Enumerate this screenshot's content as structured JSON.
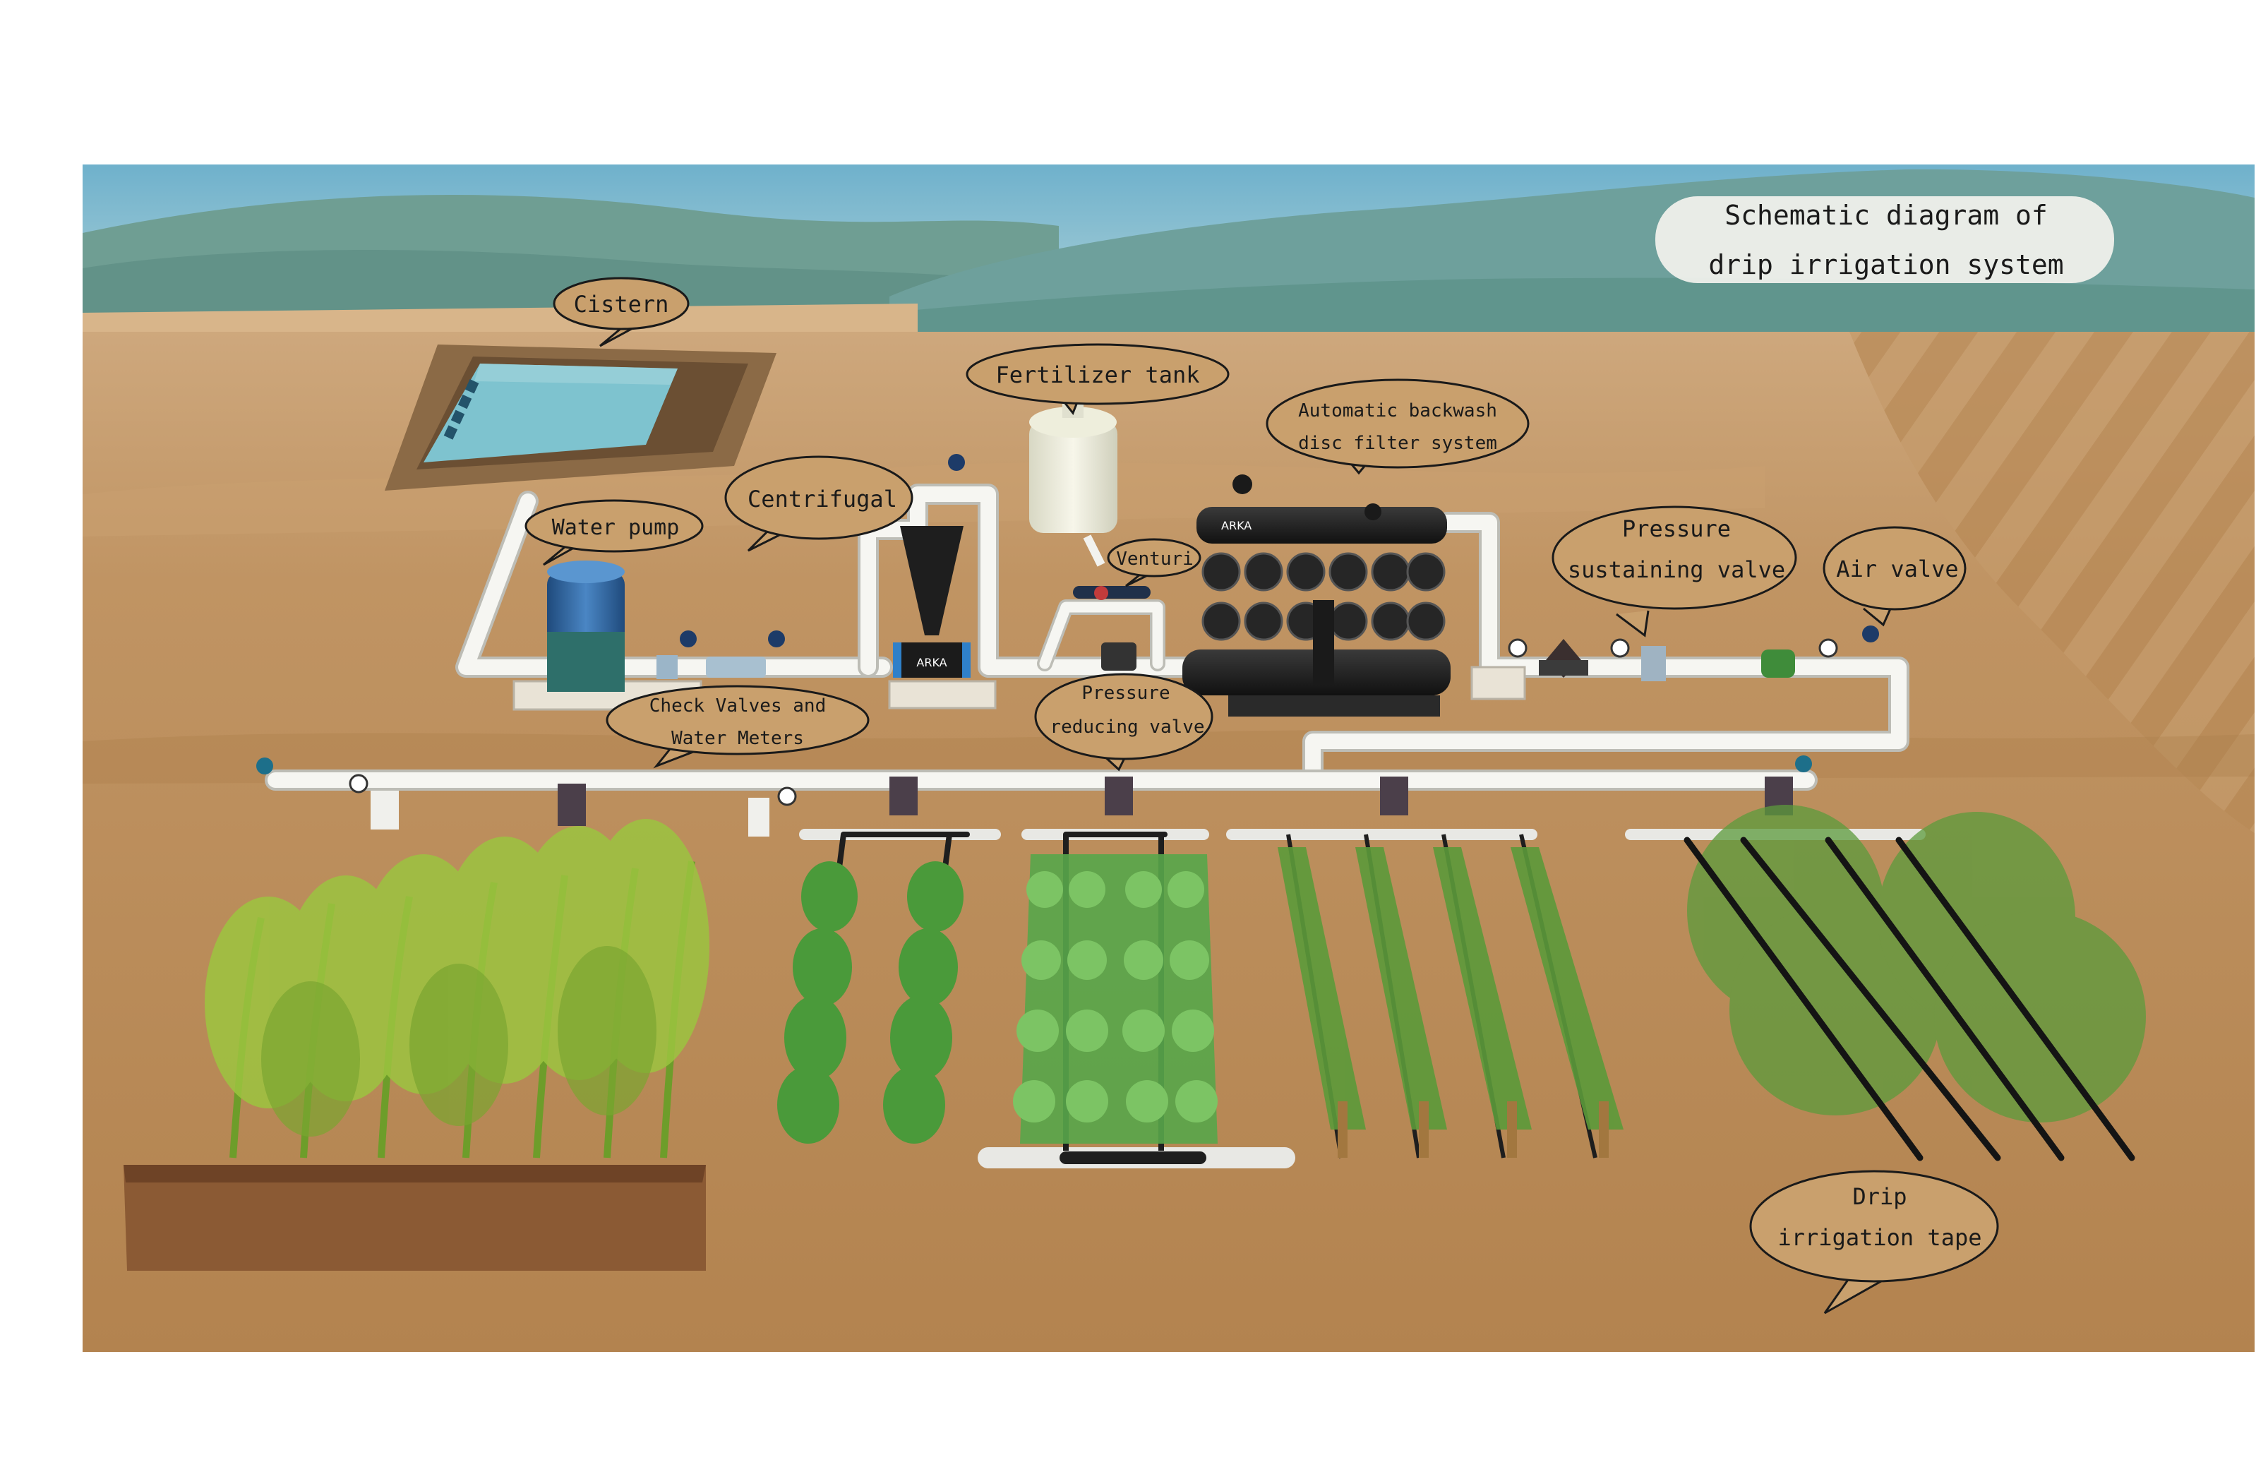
{
  "title": {
    "line1": "Schematic diagram of",
    "line2": "drip irrigation system"
  },
  "labels": {
    "cistern": "Cistern",
    "water_pump": "Water pump",
    "centrifugal": "Centrifugal",
    "fertilizer_tank": "Fertilizer tank",
    "filter_line1": "Automatic backwash",
    "filter_line2": "disc filter system",
    "venturi": "Venturi",
    "pressure_reducing_line1": "Pressure",
    "pressure_reducing_line2": "reducing valve",
    "pressure_sustaining_line1": "Pressure",
    "pressure_sustaining_line2": "sustaining valve",
    "air_valve": "Air valve",
    "check_valves_line1": "Check Valves and",
    "check_valves_line2": "Water Meters",
    "drip_tape_line1": "Drip",
    "drip_tape_line2": "irrigation tape"
  },
  "brand": "ARKA",
  "colors": {
    "sky": "#7fb6cc",
    "mountain": "#6a9c96",
    "soil": "#b98858",
    "pipe": "#f4f4f2",
    "water": "#79c2cf",
    "filter": "#1f1f1f",
    "plant_dark": "#4d8a2e",
    "plant_light": "#8fbf3a"
  }
}
